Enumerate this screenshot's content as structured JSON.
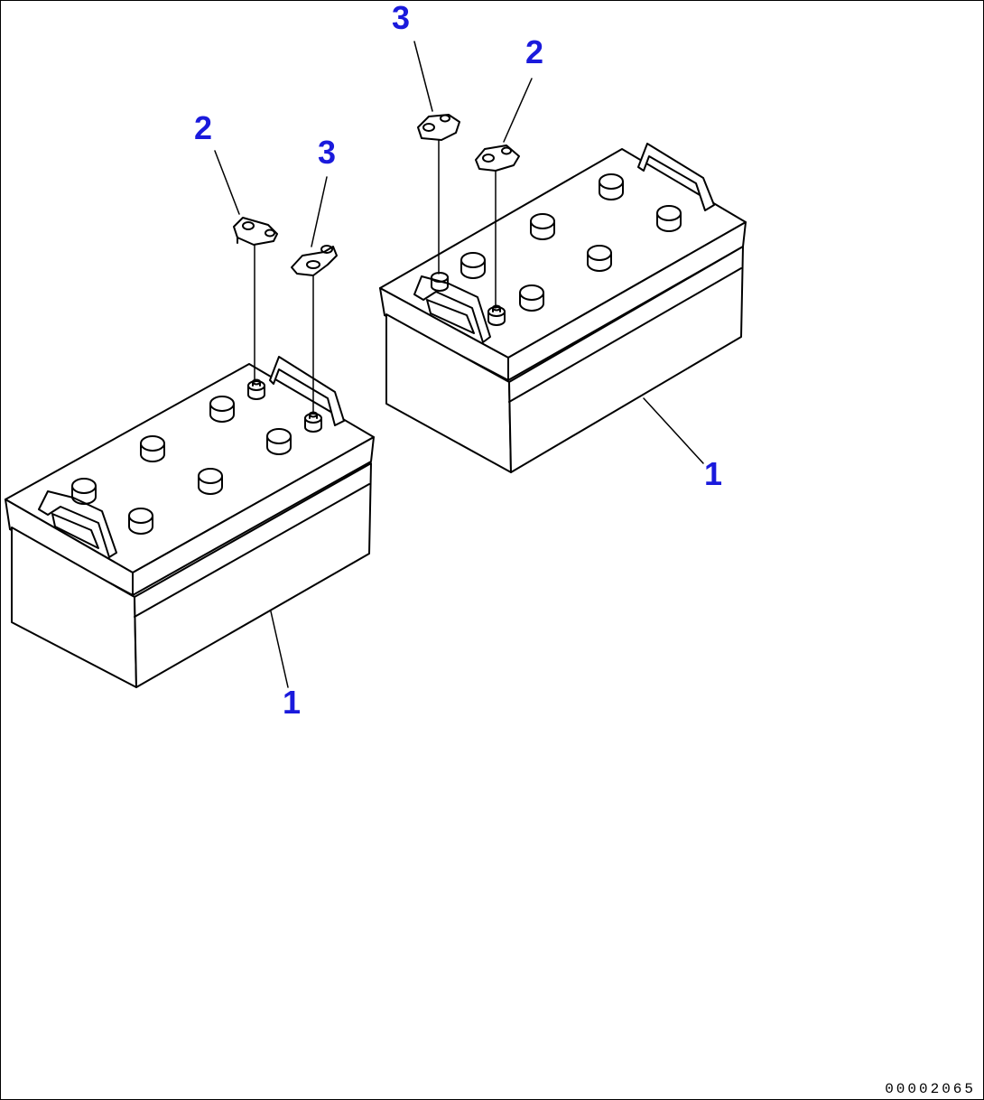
{
  "diagram": {
    "colors": {
      "line": "#000000",
      "callout": "#1a1adc",
      "background": "#ffffff"
    },
    "callouts": {
      "battery_left": "1",
      "battery_right": "1",
      "clamp_left_2": "2",
      "clamp_left_3": "3",
      "clamp_right_3": "3",
      "clamp_right_2": "2"
    },
    "reference_number": "00002065"
  }
}
